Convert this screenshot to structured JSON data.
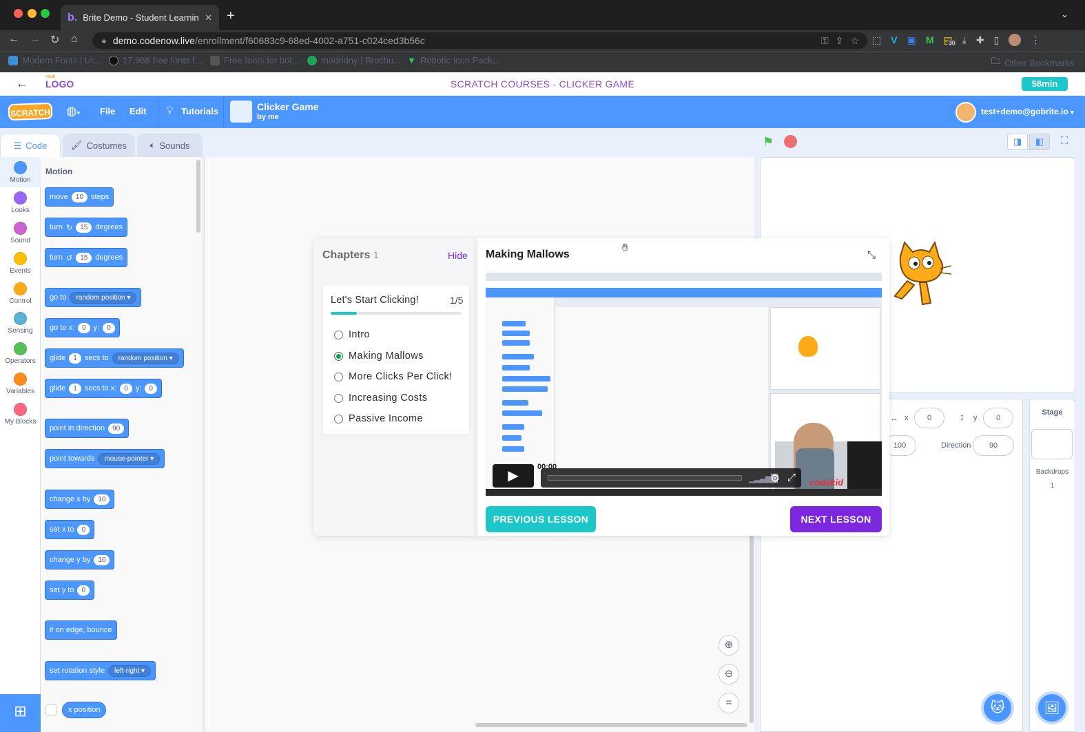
{
  "browser": {
    "tab_title": "Brite Demo - Student Learning",
    "tab_favicon": "b.",
    "url_host": "demo.codenow.live",
    "url_path": "/enrollment/f60683c9-68ed-4002-a751-c024ced3b56c",
    "bookmarks": [
      {
        "label": "Modern Fonts | Ur...",
        "color": "#3b8ed8"
      },
      {
        "label": "17,968 free fonts f...",
        "color": "#222"
      },
      {
        "label": "Free fonts for bot...",
        "color": "#4a4a4a"
      },
      {
        "label": "madridny | Brochu...",
        "color": "#20a15c"
      },
      {
        "label": "Robotic Icon Pack...",
        "color": "#34c759"
      }
    ],
    "other_bookmarks": "Other Bookmarks",
    "extension_badge": "30"
  },
  "app": {
    "logo_small": "YOUR",
    "logo": "LOGO",
    "course_title": "SCRATCH COURSES - CLICKER GAME",
    "timer": "58min"
  },
  "scratch_menu": {
    "logo": "SCRATCH",
    "file": "File",
    "edit": "Edit",
    "tutorials": "Tutorials",
    "project_title": "Clicker Game",
    "project_author": "by me",
    "user": "test+demo@gobrite.io"
  },
  "editor_tabs": {
    "code": "Code",
    "costumes": "Costumes",
    "sounds": "Sounds"
  },
  "categories": [
    {
      "label": "Motion",
      "color": "#4c97ff"
    },
    {
      "label": "Looks",
      "color": "#9966ff"
    },
    {
      "label": "Sound",
      "color": "#cf63cf"
    },
    {
      "label": "Events",
      "color": "#ffbf00"
    },
    {
      "label": "Control",
      "color": "#ffab19"
    },
    {
      "label": "Sensing",
      "color": "#5cb1d6"
    },
    {
      "label": "Operators",
      "color": "#59c059"
    },
    {
      "label": "Variables",
      "color": "#ff8c1a"
    },
    {
      "label": "My Blocks",
      "color": "#ff6680"
    }
  ],
  "palette": {
    "heading": "Motion",
    "move": "move",
    "move_val": "10",
    "steps": "steps",
    "turn": "turn",
    "turn_val": "15",
    "degrees": "degrees",
    "go_to": "go to",
    "random_position": "random position",
    "go_to_x": "go to x:",
    "x_val": "0",
    "y_label": "y:",
    "y_val": "0",
    "glide": "glide",
    "glide_val": "1",
    "secs_to": "secs to",
    "secs_to_x": "secs to x:",
    "point_in_direction": "point in direction",
    "direction_val": "90",
    "point_towards": "point towards",
    "mouse_pointer": "mouse-pointer",
    "change_x_by": "change x by",
    "change_val": "10",
    "set_x_to": "set x to",
    "set_val": "0",
    "change_y_by": "change y by",
    "set_y_to": "set y to",
    "if_on_edge": "if on edge, bounce",
    "set_rotation_style": "set rotation style",
    "left_right": "left-right",
    "x_position": "x position"
  },
  "sprite_info": {
    "x_label": "x",
    "x_val": "0",
    "y_label": "y",
    "y_val": "0",
    "size_val": "100",
    "direction_label": "Direction",
    "direction_val": "90",
    "stage_label": "Stage",
    "backdrops_label": "Backdrops",
    "backdrops_count": "1"
  },
  "chapters": {
    "title": "Chapters",
    "count": "1",
    "hide": "Hide",
    "chapter_title": "Let's Start Clicking!",
    "progress_text": "1/5",
    "progress_fraction": 0.2,
    "lessons": [
      {
        "label": "Intro",
        "selected": false
      },
      {
        "label": "Making Mallows",
        "selected": true
      },
      {
        "label": "More Clicks Per Click!",
        "selected": false
      },
      {
        "label": "Increasing Costs",
        "selected": false
      },
      {
        "label": "Passive Income",
        "selected": false
      }
    ]
  },
  "lesson": {
    "title": "Making Mallows",
    "video_time": "00:00",
    "video_watermark": "codakid",
    "prev": "PREVIOUS LESSON",
    "next": "NEXT LESSON"
  }
}
